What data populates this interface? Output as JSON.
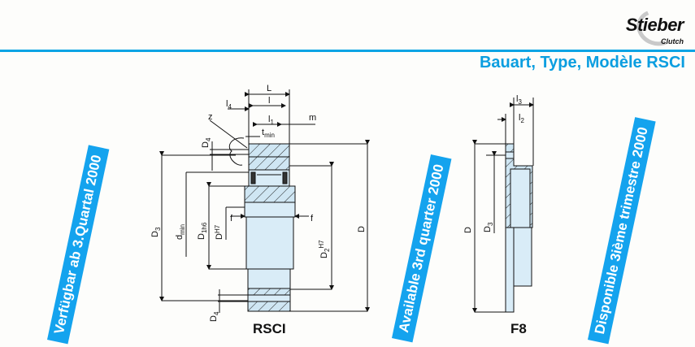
{
  "header": {
    "logo_name": "Stieber",
    "logo_sub": "Clutch",
    "title": "Bauart, Type, Modèle RSCI",
    "accent_color": "#0aa4e4"
  },
  "banners": [
    {
      "text": "Verfügbar ab 3.Quartal 2000",
      "lang": "de"
    },
    {
      "text": "Available 3rd quarter 2000",
      "lang": "en"
    },
    {
      "text": "Disponible 3ième trimestre 2000",
      "lang": "fr"
    }
  ],
  "drawings": {
    "rsci": {
      "caption": "RSCI",
      "labels": {
        "L": "L",
        "l": "l",
        "l4": "l",
        "l4_sub": "4",
        "l1": "l",
        "l1_sub": "1",
        "m": "m",
        "z": "z",
        "tmin": "t",
        "tmin_sub": "min",
        "D4": "D",
        "D4_sub": "4",
        "D3": "D",
        "D3_sub": "3",
        "dmin": "d",
        "dmin_sub": "min",
        "D1": "D",
        "D1_sub": "1h6",
        "DH7": "D",
        "DH7_sup": "H7",
        "f": "f",
        "D2": "D",
        "D2_sub": "2",
        "D2_sup": "H7",
        "D": "D"
      }
    },
    "f8": {
      "caption": "F8",
      "labels": {
        "l3": "l",
        "l3_sub": "3",
        "l2": "l",
        "l2_sub": "2",
        "D": "D",
        "D3": "D",
        "D3_sub": "3"
      }
    }
  }
}
